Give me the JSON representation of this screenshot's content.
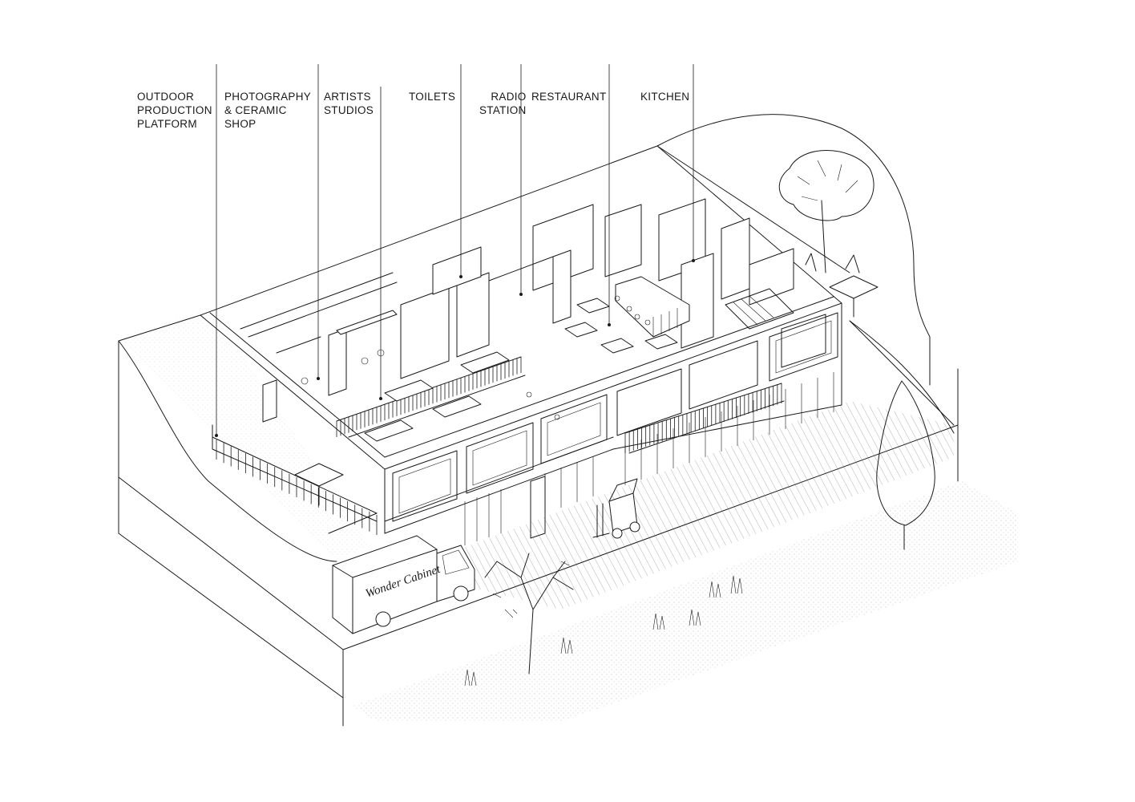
{
  "labels": {
    "outdoor": [
      "OUTDOOR",
      "PRODUCTION",
      "PLATFORM"
    ],
    "photo": [
      "PHOTOGRAPHY",
      "& CERAMIC",
      "SHOP"
    ],
    "artists": [
      "ARTISTS",
      "STUDIOS"
    ],
    "toilets": [
      "TOILETS"
    ],
    "radio": [
      "RADIO",
      "STATION"
    ],
    "restaurant": [
      "RESTAURANT"
    ],
    "kitchen": [
      "KITCHEN"
    ]
  },
  "truck": {
    "text": "Wonder Cabinet"
  }
}
